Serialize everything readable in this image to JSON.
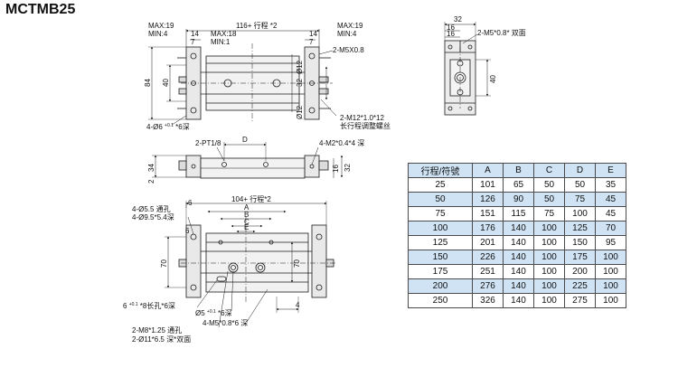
{
  "title": "MCTMB25",
  "front_view": {
    "max_left": "MAX:19",
    "min_left": "MIN:4",
    "stroke_dim": "116+ 行程 *2",
    "max_right": "MAX:19",
    "min_right": "MIN:4",
    "d14_left": "14",
    "d7_left": "7",
    "max_mid": "MAX:18",
    "min_mid": "MIN:1",
    "d14_right": "14",
    "d7_right": "7",
    "port_m5": "2-M5X0.8",
    "h84": "84",
    "h40": "40",
    "d12a": "Ø12",
    "d32": "32",
    "d12b": "Ø12",
    "hole_label": "4-Ø6",
    "hole_tol": "+0.1",
    "hole_tol0": "0",
    "hole_depth": "*6深",
    "screw_label": "2-M12*1.0*12",
    "screw_note": "长行程调整螺丝"
  },
  "side_view": {
    "d32": "32",
    "d16a": "16",
    "d16b": "16",
    "port": "2-M5*0.8* 双面",
    "d40": "40"
  },
  "top_view": {
    "pt": "2-PT1/8",
    "d": "D",
    "m2": "4-M2*0.4*4 深",
    "d34": "34",
    "d2": "2",
    "d16": "16",
    "d32": "32"
  },
  "bottom_view": {
    "d6a": "6",
    "stroke": "104+ 行程*2",
    "hole1": "4-Ø5.5 通孔",
    "hole2": "4-Ø9.5*5.4深",
    "a": "A",
    "b": "B",
    "c": "C",
    "e": "E",
    "d6b": "6",
    "h70a": "70",
    "h70b": "70",
    "slot_6": "6",
    "slot_tol": "+0.1",
    "slot_tol0": "0",
    "slot_text": "*8长孔*6深",
    "phi5": "Ø5",
    "phi5_tol": "+0.1",
    "phi5_tol0": "0",
    "phi5_depth": "*6深",
    "m5": "4-M5*0.8*6 深",
    "d4": "4",
    "m8": "2-M8*1.25 通孔",
    "d11": "2-Ø11*6.5 深*双面"
  },
  "table": {
    "headers": [
      "行程/符號",
      "A",
      "B",
      "C",
      "D",
      "E"
    ],
    "rows": [
      [
        "25",
        "101",
        "65",
        "50",
        "50",
        "35"
      ],
      [
        "50",
        "126",
        "90",
        "50",
        "75",
        "45"
      ],
      [
        "75",
        "151",
        "115",
        "75",
        "100",
        "45"
      ],
      [
        "100",
        "176",
        "140",
        "100",
        "125",
        "70"
      ],
      [
        "125",
        "201",
        "140",
        "100",
        "150",
        "95"
      ],
      [
        "150",
        "226",
        "140",
        "100",
        "175",
        "100"
      ],
      [
        "175",
        "251",
        "140",
        "100",
        "200",
        "100"
      ],
      [
        "200",
        "276",
        "140",
        "100",
        "225",
        "100"
      ],
      [
        "250",
        "326",
        "140",
        "100",
        "275",
        "100"
      ]
    ],
    "highlight_rows": [
      1,
      3,
      5,
      7
    ]
  },
  "colors": {
    "line": "#1a1a1a",
    "part_fill": "#ececec",
    "table_header": "#cfe3f4"
  }
}
